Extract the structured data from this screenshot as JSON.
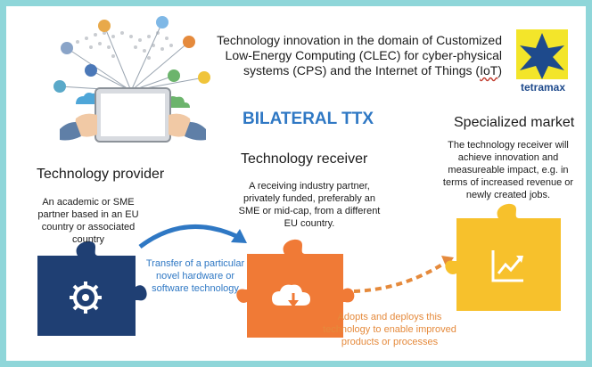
{
  "headline": {
    "line1": "Technology innovation in the domain of Customized",
    "line2": "Low-Energy Computing (CLEC) for cyber-physical",
    "line3_prefix": "systems (CPS) and the Internet of Things (",
    "line3_iot": "IoT",
    "line3_suffix": ")"
  },
  "logo": {
    "text": "tetramax",
    "colors": {
      "bg": "#f3e52a",
      "star": "#1e4a8c"
    }
  },
  "title": "BILATERAL TTX",
  "provider": {
    "heading": "Technology provider",
    "description": "An academic or SME partner based in an EU country or associated country",
    "piece_color": "#1f3f73",
    "icon": "gear-icon"
  },
  "receiver": {
    "heading": "Technology receiver",
    "description": "A receiving industry partner, privately funded, preferably an SME or mid-cap, from a different EU country.",
    "piece_color": "#f07a36",
    "icon": "cloud-download-icon"
  },
  "market": {
    "heading": "Specialized market",
    "description": "The technology receiver will achieve innovation and measureable impact, e.g. in terms of increased revenue or newly created jobs.",
    "piece_color": "#f7c12c",
    "icon": "growth-chart-icon"
  },
  "arrows": {
    "transfer_label": "Transfer of  a particular novel hardware or software technology",
    "transfer_color": "#2f78c4",
    "adopt_label": "Adopts and deploys this technology to enable improved products or processes",
    "adopt_color": "#e58a3c"
  }
}
